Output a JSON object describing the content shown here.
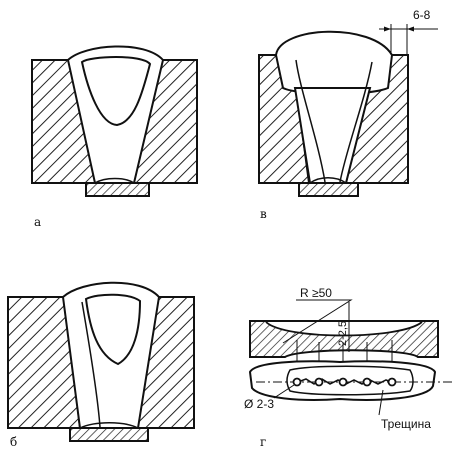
{
  "labels": {
    "a": "а",
    "v": "в",
    "b": "б",
    "g": "г"
  },
  "dimensions": {
    "gap": "6-8",
    "radius": "R ≥50",
    "depth": "2-2,5",
    "diameter": "Ø 2-3",
    "crack": "Трещина"
  }
}
